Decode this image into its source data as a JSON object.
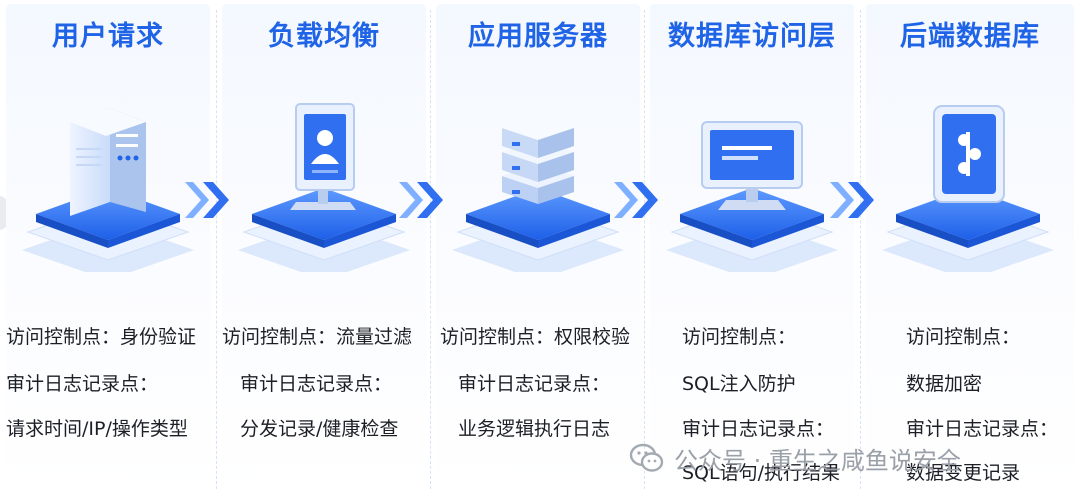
{
  "stages": [
    {
      "title": "用户请求",
      "icon": "server-tower-icon",
      "lines": [
        "访问控制点：身份验证",
        "审计日志记录点：",
        "请求时间/IP/操作类型"
      ]
    },
    {
      "title": "负载均衡",
      "icon": "user-badge-monitor-icon",
      "lines": [
        "访问控制点：流量过滤",
        "审计日志记录点：",
        "分发记录/健康检查"
      ]
    },
    {
      "title": "应用服务器",
      "icon": "server-rack-icon",
      "lines": [
        "访问控制点：权限校验",
        "审计日志记录点：",
        "业务逻辑执行日志"
      ]
    },
    {
      "title": "数据库访问层",
      "icon": "desktop-monitor-icon",
      "lines": [
        "访问控制点：",
        "SQL注入防护",
        "审计日志记录点：",
        "SQL语句/执行结果"
      ]
    },
    {
      "title": "后端数据库",
      "icon": "database-app-icon",
      "lines": [
        "访问控制点：",
        "数据加密",
        "审计日志记录点：",
        "数据变更记录"
      ]
    }
  ],
  "watermark": "公众号 · 重生之咸鱼说安全",
  "colors": {
    "title": "#1f63e6",
    "accent": "#2f6ff0",
    "text": "#1c1f26",
    "watermark": "#9aa0a8"
  }
}
